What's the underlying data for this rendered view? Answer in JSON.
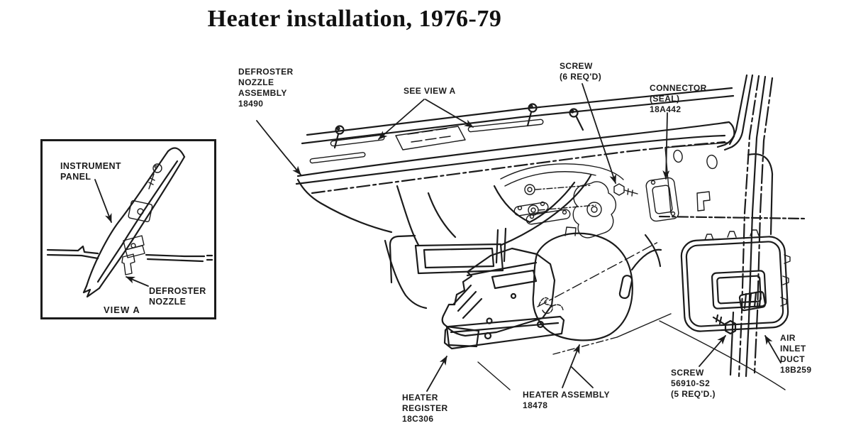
{
  "title": "Heater installation, 1976-79",
  "figure": {
    "type": "exploded technical illustration",
    "subject": "Heater installation under instrument panel",
    "years": "1976-79"
  },
  "colors": {
    "ink": "#1b1b1b",
    "paper": "#ffffff"
  },
  "inset": {
    "caption": "VIEW A",
    "labels": [
      {
        "id": "instrument-panel",
        "text": "INSTRUMENT\nPANEL"
      },
      {
        "id": "defroster-nozzle",
        "text": "DEFROSTER\nNOZZLE"
      }
    ]
  },
  "callouts": [
    {
      "id": "defroster-nozzle-assembly",
      "text": "DEFROSTER\nNOZZLE\nASSEMBLY\n18490"
    },
    {
      "id": "see-view-a",
      "text": "SEE VIEW A"
    },
    {
      "id": "screw-6-reqd",
      "text": "SCREW\n(6 REQ'D)"
    },
    {
      "id": "connector-seal",
      "text": "CONNECTOR\n(SEAL)\n18A442"
    },
    {
      "id": "air-inlet-duct",
      "text": "AIR\nINLET\nDUCT\n18B259"
    },
    {
      "id": "screw-56910-s2",
      "text": "SCREW\n56910-S2\n(5 REQ'D.)"
    },
    {
      "id": "heater-assembly",
      "text": "HEATER ASSEMBLY\n18478"
    },
    {
      "id": "heater-register",
      "text": "HEATER\nREGISTER\n18C306"
    }
  ]
}
